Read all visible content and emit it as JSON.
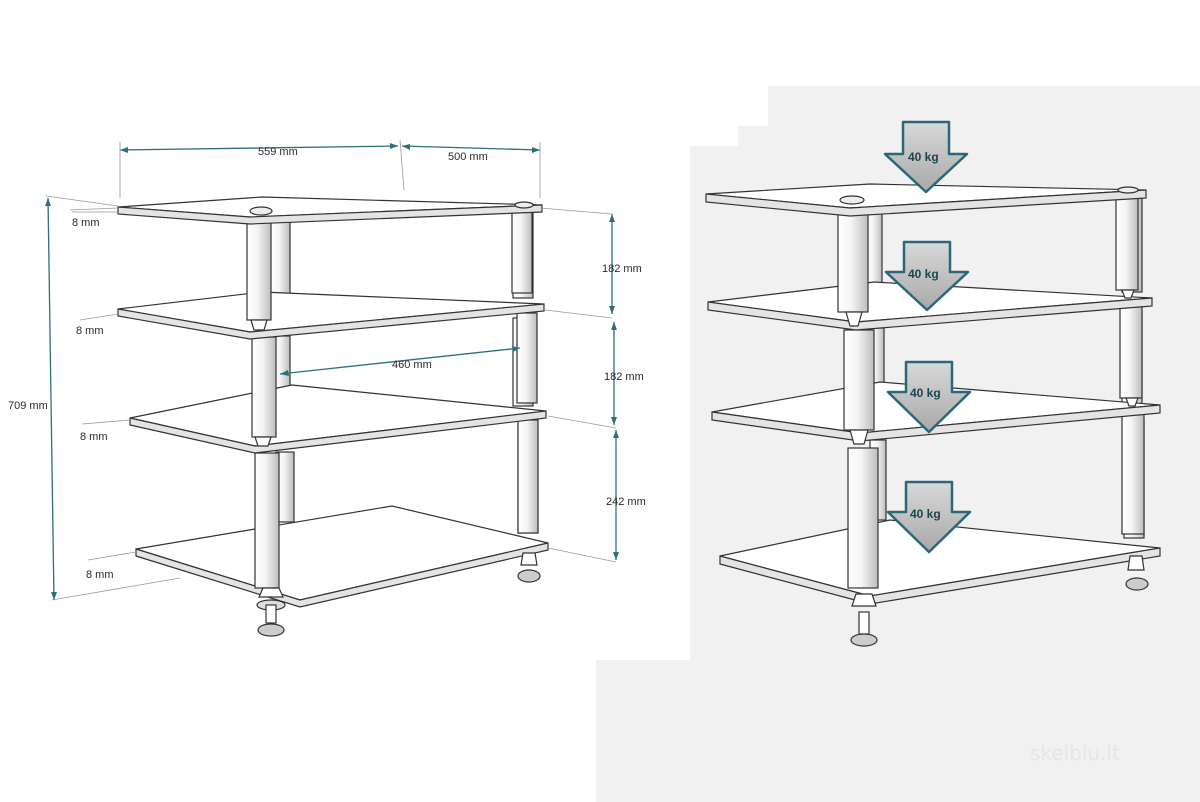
{
  "colors": {
    "dimension": "#2d6f7c",
    "outline": "#333333",
    "arrow": "#2b6877",
    "arrowFill": "#c4c4c4",
    "backdrop": "#f1f1f1"
  },
  "dimensions": {
    "width": "559 mm",
    "depth": "500 mm",
    "total_height": "709 mm",
    "inner_width": "460 mm",
    "gap_top": "182 mm",
    "gap_middle": "182 mm",
    "gap_bottom": "242 mm",
    "shelf_thickness": [
      "8 mm",
      "8 mm",
      "8 mm",
      "8 mm"
    ]
  },
  "loads": [
    "40 kg",
    "40 kg",
    "40 kg",
    "40 kg"
  ],
  "watermark": "skelbiu.lt"
}
